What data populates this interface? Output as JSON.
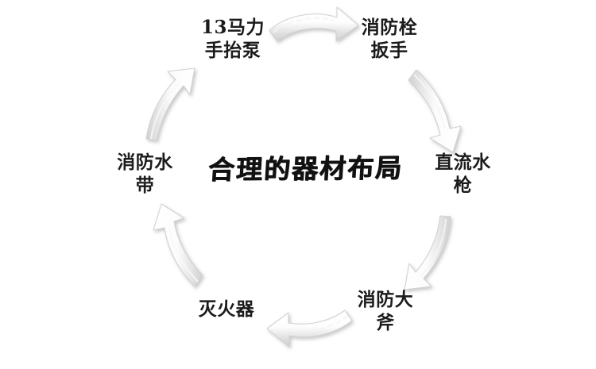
{
  "diagram": {
    "type": "cycle",
    "center_title": "合理的器材布局",
    "direction": "clockwise",
    "background_color": "#ffffff",
    "label_color": "#1b1b1b",
    "arrow_fill_color": "#fbfbfb",
    "arrow_stroke_color": "#cfcfcf",
    "arrow_shadow_color": "#bdbdbd",
    "nodes": [
      {
        "id": "node-1",
        "label": "13马力\n手抬泵",
        "position": "top-left"
      },
      {
        "id": "node-2",
        "label": "消防栓\n扳手",
        "position": "top-right"
      },
      {
        "id": "node-3",
        "label": "直流水\n枪",
        "position": "right"
      },
      {
        "id": "node-4",
        "label": "消防大\n斧",
        "position": "bottom-right"
      },
      {
        "id": "node-5",
        "label": "灭火器",
        "position": "bottom-left"
      },
      {
        "id": "node-6",
        "label": "消防水\n带",
        "position": "left"
      }
    ],
    "arrows": [
      {
        "id": "arrow-1",
        "from": "node-1",
        "to": "node-2",
        "name": "arrow-top"
      },
      {
        "id": "arrow-2",
        "from": "node-2",
        "to": "node-3",
        "name": "arrow-upper-right"
      },
      {
        "id": "arrow-3",
        "from": "node-3",
        "to": "node-4",
        "name": "arrow-lower-right"
      },
      {
        "id": "arrow-4",
        "from": "node-4",
        "to": "node-5",
        "name": "arrow-bottom"
      },
      {
        "id": "arrow-5",
        "from": "node-5",
        "to": "node-6",
        "name": "arrow-lower-left"
      },
      {
        "id": "arrow-6",
        "from": "node-6",
        "to": "node-1",
        "name": "arrow-upper-left"
      }
    ]
  }
}
